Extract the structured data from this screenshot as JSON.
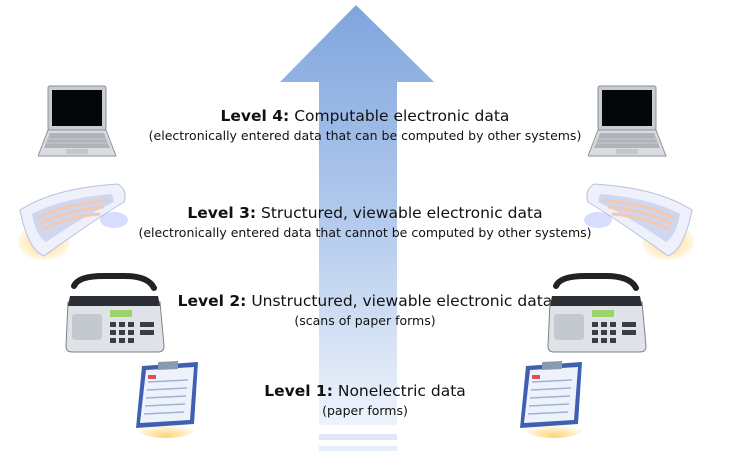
{
  "levels": [
    {
      "label": "Level 4:",
      "title": "Computable electronic data",
      "subtitle": "(electronically entered data that can be computed by other systems)"
    },
    {
      "label": "Level 3:",
      "title": "Structured, viewable electronic data",
      "subtitle": "(electronically entered data that cannot be computed by other systems)"
    },
    {
      "label": "Level 2:",
      "title": "Unstructured, viewable electronic data",
      "subtitle": "(scans of paper forms)"
    },
    {
      "label": "Level 1:",
      "title": "Nonelectric data",
      "subtitle": "(paper forms)"
    }
  ],
  "icons": {
    "level4": "laptop-icon",
    "level3": "keyboard-icon",
    "level2": "fax-machine-icon",
    "level1": "clipboard-form-icon"
  },
  "colors": {
    "arrow_top": "#8fb2e3",
    "arrow_bottom": "#e8f0fb",
    "text": "#111111"
  }
}
